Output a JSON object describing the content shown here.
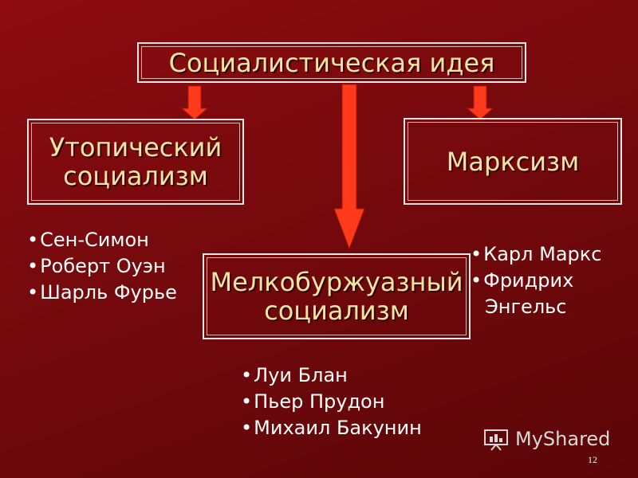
{
  "diagram": {
    "top": "Социалистическая идея",
    "utopian": [
      "Утопический",
      "социализм"
    ],
    "marxism": "Марксизм",
    "petty": [
      "Мелкобуржуазный",
      "социализм"
    ]
  },
  "lists": {
    "utopian": [
      "Сен-Симон",
      "Роберт Оуэн",
      "Шарль Фурье"
    ],
    "marxism": [
      "Карл Маркс",
      "Фридрих",
      "Энгельс"
    ],
    "petty": [
      "Луи Блан",
      "Пьер Прудон",
      "Михаил Бакунин"
    ]
  },
  "footer": {
    "logo": "MyShared",
    "page": "12"
  },
  "colors": {
    "arrow": "#ff3a1a",
    "box_text": "#f6e6a6",
    "background": "#7a0a0d"
  }
}
